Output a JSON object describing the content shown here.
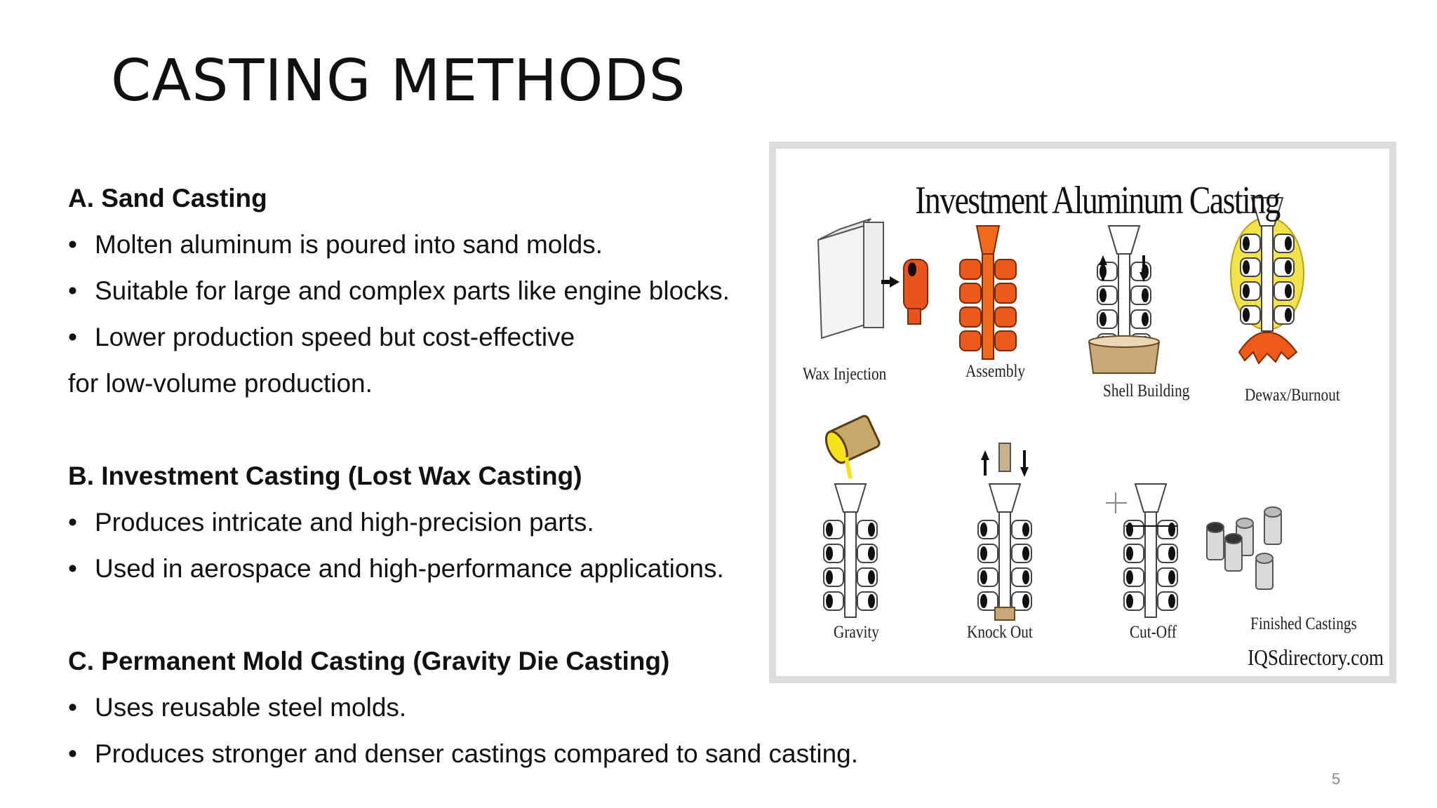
{
  "title": "CASTING METHODS",
  "sections": [
    {
      "heading": "A. Sand Casting",
      "bullets": [
        "Molten aluminum is poured into sand molds.",
        "Suitable for large and complex parts like engine blocks.",
        "Lower production speed but cost-effective"
      ],
      "continuation": "for low-volume production."
    },
    {
      "heading": "B. Investment Casting (Lost Wax Casting)",
      "bullets": [
        "Produces intricate and high-precision parts.",
        "Used in aerospace and high-performance applications."
      ]
    },
    {
      "heading": "C. Permanent Mold Casting (Gravity Die Casting)",
      "bullets": [
        "Uses reusable steel molds.",
        "Produces stronger and denser castings compared to sand casting."
      ]
    }
  ],
  "figure": {
    "title": "Investment Aluminum Casting",
    "steps": [
      "Wax Injection",
      "Assembly",
      "Shell Building",
      "Dewax/Burnout",
      "Gravity",
      "Knock Out",
      "Cut-Off",
      "Finished Castings"
    ],
    "credit": "IQSdirectory.com"
  },
  "page_number": "5",
  "bullet_glyph": "•",
  "colors": {
    "accent_orange": "#e8541c",
    "shell_yellow": "#f3e34a",
    "wax_white": "#ffffff",
    "steel_gray": "#a9a9a9"
  }
}
